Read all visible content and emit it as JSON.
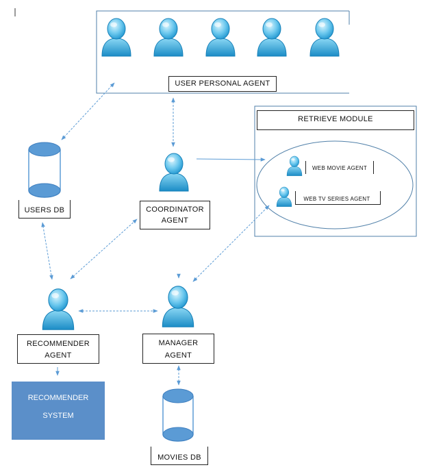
{
  "colors": {
    "agent_light": "#bfe9f8",
    "agent_dark": "#1e95cf",
    "arrow": "#5b9bd5",
    "recommender_system": "#5b8fc9"
  },
  "icons": {
    "agent": "person-icon",
    "database": "cylinder-database-icon"
  },
  "labels": {
    "user_personal_agent": "USER PERSONAL AGENT",
    "retrieve_module": "RETRIEVE MODULE",
    "web_movie_agent": "WEB MOVIE AGENT",
    "web_tv_series_agent": "WEB TV SERIES AGENT",
    "users_db": "USERS DB",
    "coordinator_agent_line1": "COORDINATOR",
    "coordinator_agent_line2": "AGENT",
    "recommender_agent_line1": "RECOMMENDER",
    "recommender_agent_line2": "AGENT",
    "manager_agent_line1": "MANAGER",
    "manager_agent_line2": "AGENT",
    "recommender_system_line1": "RECOMMENDER",
    "recommender_system_line2": "SYSTEM",
    "movies_db": "MOVIES DB"
  }
}
